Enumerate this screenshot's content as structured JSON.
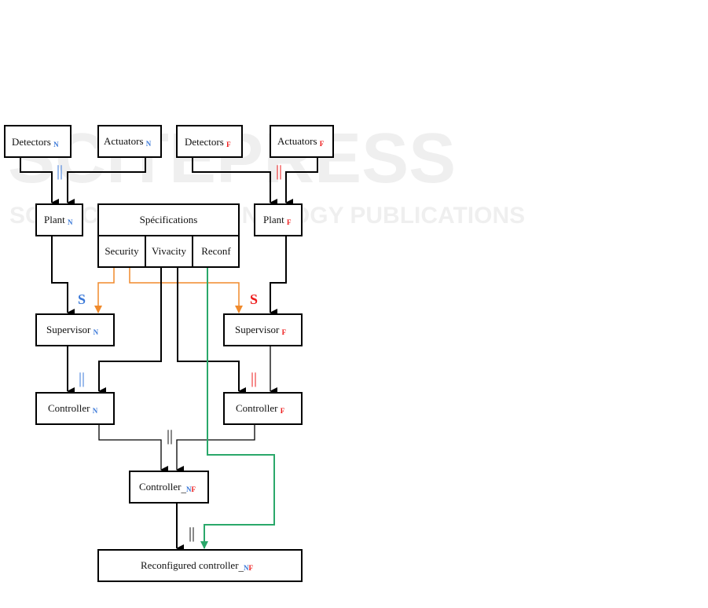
{
  "watermark": {
    "title": "SCITEPRESS",
    "subtitle": "SCIENCE AND TECHNOLOGY PUBLICATIONS"
  },
  "colors": {
    "normal": "#3a78d8",
    "fault": "#ee1a1a",
    "spec": "#f08a2c",
    "reconf": "#2aa86a"
  },
  "boxes": {
    "detectors_n": {
      "label": "Detectors",
      "sub": "N"
    },
    "actuators_n": {
      "label": "Actuators",
      "sub": "N"
    },
    "detectors_f": {
      "label": "Detectors",
      "sub": "F"
    },
    "actuators_f": {
      "label": "Actuators",
      "sub": "F"
    },
    "plant_n": {
      "label": "Plant",
      "sub": "N"
    },
    "plant_f": {
      "label": "Plant",
      "sub": "F"
    },
    "specifications": {
      "label": "Spécifications",
      "parts": [
        "Security",
        "Vivacity",
        "Reconf"
      ]
    },
    "supervisor_n": {
      "label": "Supervisor",
      "sub": "N"
    },
    "supervisor_f": {
      "label": "Supervisor",
      "sub": "F"
    },
    "controller_n": {
      "label": "Controller",
      "sub": "N"
    },
    "controller_f": {
      "label": "Controller",
      "sub": "F"
    },
    "controller_nf": {
      "label": "Controller",
      "sub_prefix": "_",
      "sub_n": "N",
      "sub_f": "F"
    },
    "reconfigured": {
      "label": "Reconfigured controller",
      "sub_prefix": "_",
      "sub_n": "N",
      "sub_f": "F"
    }
  },
  "operators": {
    "parallel": "||",
    "synthesis": "S"
  }
}
